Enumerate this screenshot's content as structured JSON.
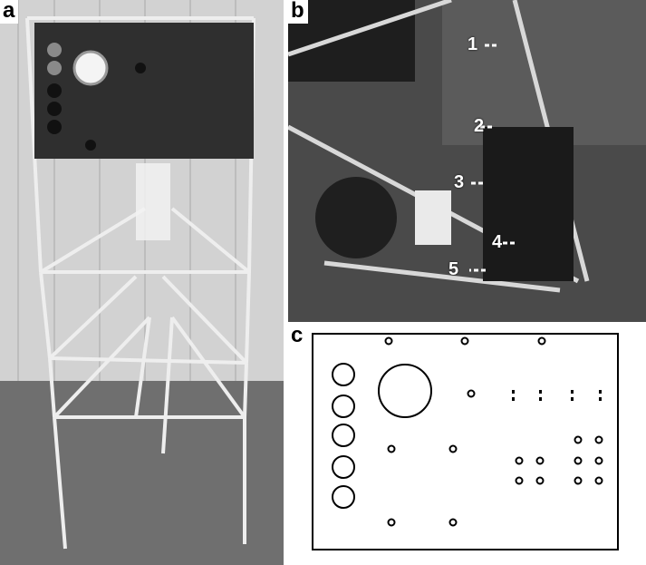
{
  "panels": {
    "a": {
      "label": "a",
      "description_hidden": true
    },
    "b": {
      "label": "b",
      "callouts": [
        "1",
        "2",
        "3",
        "4",
        "5"
      ]
    },
    "c": {
      "label": "c"
    }
  },
  "colors": {
    "panel_a_bg": "#c9c9c9",
    "panel_b_bg": "#3a3a3a",
    "drawing_line": "#000000",
    "frame_rod": "#e8e8e8",
    "board": "#2f2f2f"
  },
  "icons": [
    "gauge-icon",
    "hole-icon"
  ]
}
